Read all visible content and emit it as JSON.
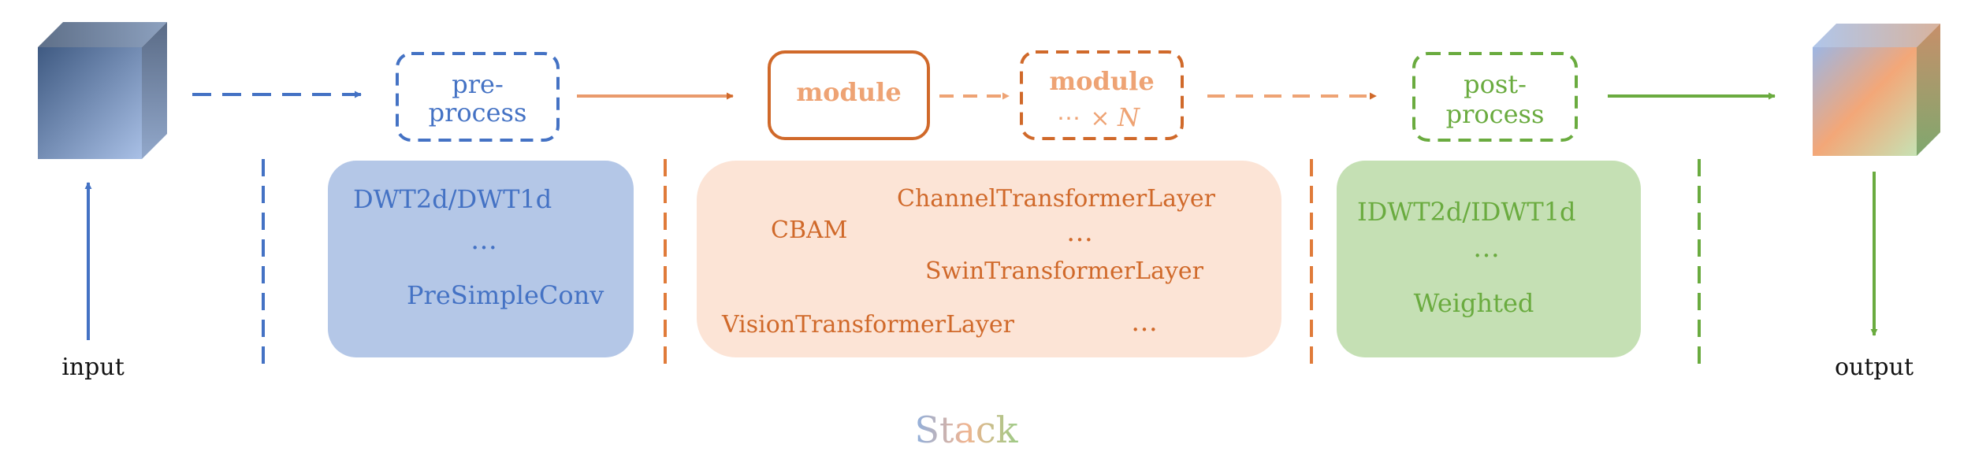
{
  "colors": {
    "blue": "#4472C4",
    "blue_light": "#B4C7E7",
    "orange": "#D0692A",
    "orange_light": "#F3B089",
    "orange_fill": "#FCE4D6",
    "green": "#6AAB3F",
    "green_light": "#C5E0B4"
  },
  "nodes": {
    "input_label": "input",
    "output_label": "output",
    "preprocess": {
      "line1": "pre-",
      "line2": "process"
    },
    "module": {
      "label": "module"
    },
    "module_n": {
      "label": "module",
      "repeat_dots": "⋯",
      "times": "×",
      "n": "N"
    },
    "postprocess": {
      "line1": "post-",
      "line2": "process"
    }
  },
  "panels": {
    "pre": {
      "item1": "DWT2d/DWT1d",
      "ellipsis": "…",
      "item2": "PreSimpleConv"
    },
    "module": {
      "channel": "ChannelTransformerLayer",
      "cbam": "CBAM",
      "ellipsis1": "…",
      "swin": "SwinTransformerLayer",
      "vision": "VisionTransformerLayer",
      "ellipsis2": "…"
    },
    "post": {
      "item1": "IDWT2d/IDWT1d",
      "ellipsis": "…",
      "item2": "Weighted"
    }
  },
  "footer": {
    "stack_label": "Stack"
  }
}
